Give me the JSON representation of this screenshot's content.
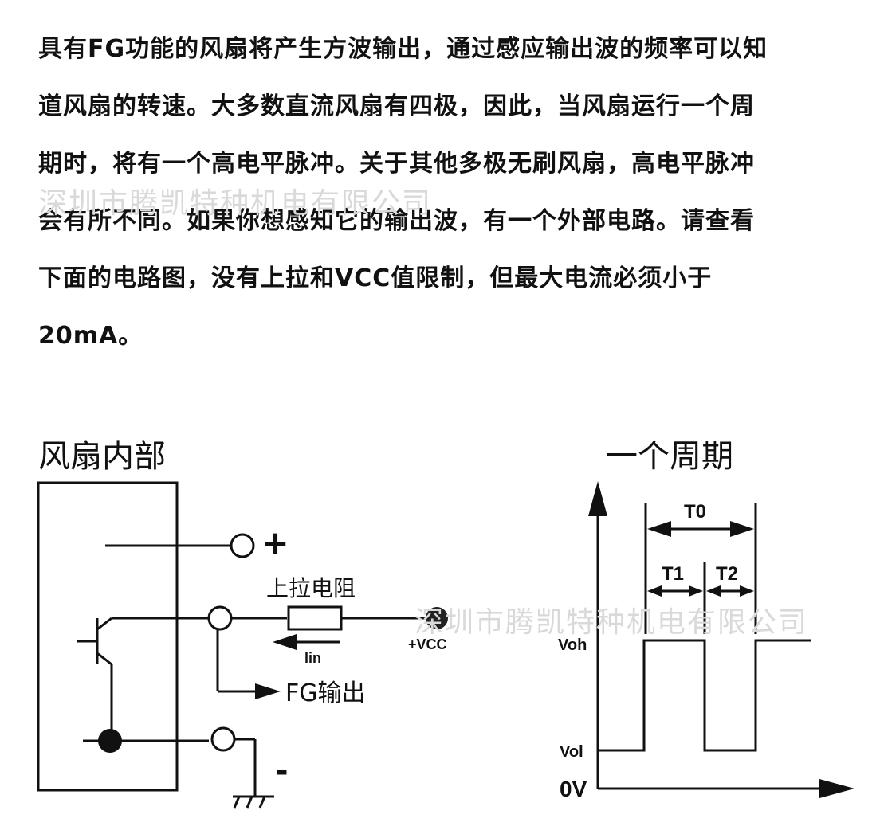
{
  "paragraph": {
    "lines": [
      "具有FG功能的风扇将产生方波输出，通过感应输出波的频率可以知",
      "道风扇的转速。大多数直流风扇有四极，因此，当风扇运行一个周",
      "期时，将有一个高电平脉冲。关于其他多极无刷风扇，高电平脉冲",
      "会有所不同。如果你想感知它的输出波，有一个外部电路。请查看",
      "下面的电路图，没有上拉和VCC值限制，但最大电流必须小于",
      "20mA。"
    ]
  },
  "watermark": "深圳市腾凯特种机电有限公司",
  "circuit": {
    "title": "风扇内部",
    "plus_label": "+",
    "minus_label": "-",
    "resistor_label": "上拉电阻",
    "current_label": "lin",
    "vcc_label": "+VCC",
    "fg_label": "FG输出"
  },
  "waveform": {
    "title": "一个周期",
    "t0_label": "T0",
    "t1_label": "T1",
    "t2_label": "T2",
    "voh_label": "Voh",
    "vol_label": "Vol",
    "zero_label": "0V"
  }
}
